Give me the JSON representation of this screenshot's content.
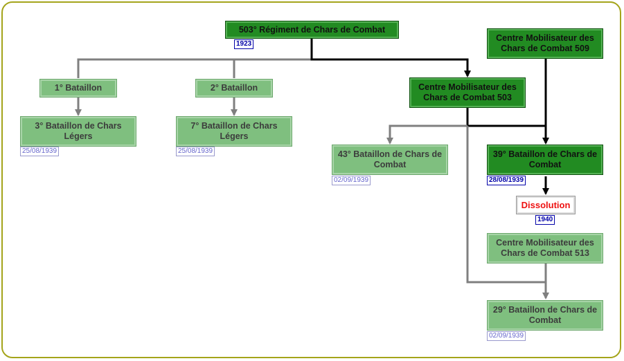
{
  "colors": {
    "dark_edge": "#000000",
    "light_edge": "#7f7f7f",
    "frame": "#a4a41a"
  },
  "nodes": {
    "n503": {
      "label": "503° Régiment de Chars de Combat",
      "date": "1923"
    },
    "cm509": {
      "label": "Centre Mobilisateur des Chars de Combat 509"
    },
    "b1": {
      "label": "1° Bataillon"
    },
    "b2": {
      "label": "2° Bataillon"
    },
    "cm503": {
      "label": "Centre Mobilisateur des Chars de Combat 503"
    },
    "b3": {
      "label": "3° Bataillon de Chars Légers",
      "date": "25/08/1939"
    },
    "b7": {
      "label": "7° Bataillon de Chars Légers",
      "date": "25/08/1939"
    },
    "b43": {
      "label": "43° Bataillon de Chars de Combat",
      "date": "02/09/1939"
    },
    "b39": {
      "label": "39° Bataillon de Chars de Combat",
      "date": "28/08/1939"
    },
    "dissolution": {
      "label": "Dissolution",
      "date": "1940"
    },
    "cm513": {
      "label": "Centre Mobilisateur des Chars de Combat 513"
    },
    "b29": {
      "label": "29° Bataillon de Chars de Combat",
      "date": "02/09/1939"
    }
  }
}
